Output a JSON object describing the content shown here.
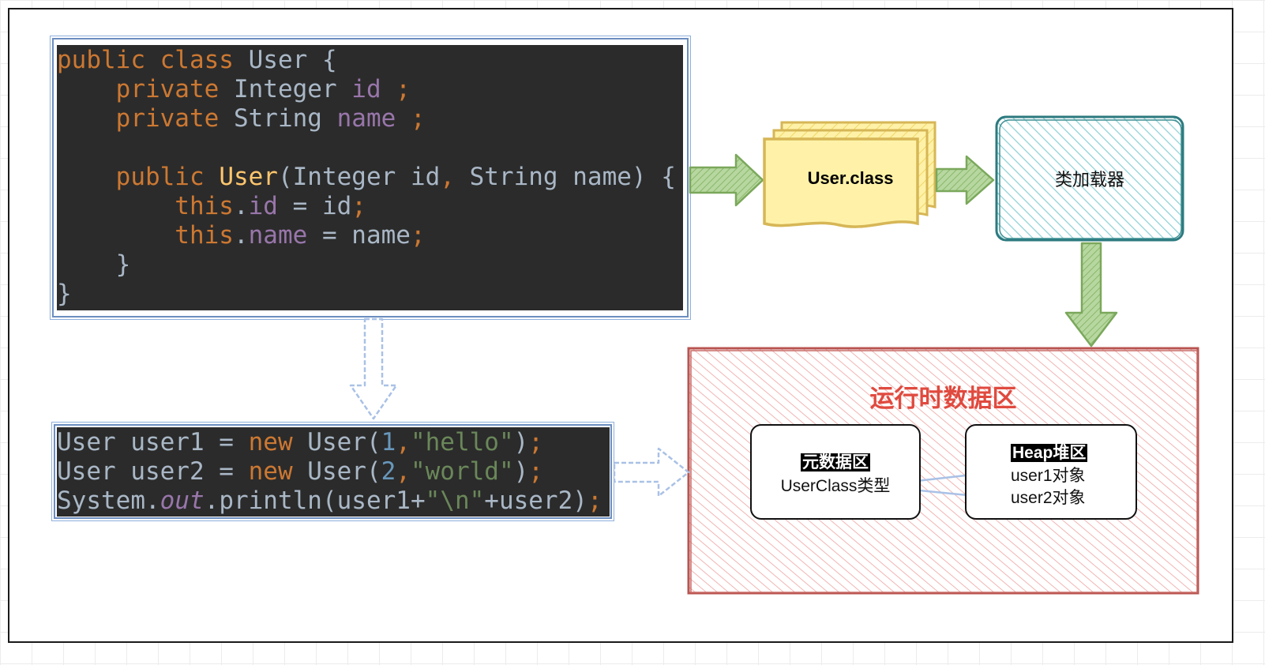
{
  "code_class": {
    "lines": [
      [
        {
          "t": "public class ",
          "c": "kw"
        },
        {
          "t": "User {",
          "c": ""
        }
      ],
      [
        {
          "t": "    private ",
          "c": "kw"
        },
        {
          "t": "Integer ",
          "c": ""
        },
        {
          "t": "id ",
          "c": "fld"
        },
        {
          "t": ";",
          "c": "kw"
        }
      ],
      [
        {
          "t": "    private ",
          "c": "kw"
        },
        {
          "t": "String ",
          "c": ""
        },
        {
          "t": "name ",
          "c": "fld"
        },
        {
          "t": ";",
          "c": "kw"
        }
      ],
      [
        {
          "t": "",
          "c": ""
        }
      ],
      [
        {
          "t": "    public ",
          "c": "kw"
        },
        {
          "t": "User",
          "c": "fn"
        },
        {
          "t": "(Integer id",
          "c": ""
        },
        {
          "t": ", ",
          "c": "kw"
        },
        {
          "t": "String name) {",
          "c": ""
        }
      ],
      [
        {
          "t": "        this",
          "c": "kw"
        },
        {
          "t": ".",
          "c": ""
        },
        {
          "t": "id",
          "c": "fld"
        },
        {
          "t": " = id",
          "c": ""
        },
        {
          "t": ";",
          "c": "kw"
        }
      ],
      [
        {
          "t": "        this",
          "c": "kw"
        },
        {
          "t": ".",
          "c": ""
        },
        {
          "t": "name",
          "c": "fld"
        },
        {
          "t": " = name",
          "c": ""
        },
        {
          "t": ";",
          "c": "kw"
        }
      ],
      [
        {
          "t": "    }",
          "c": ""
        }
      ],
      [
        {
          "t": "}",
          "c": ""
        }
      ]
    ]
  },
  "code_main": {
    "lines": [
      [
        {
          "t": "User user1 = ",
          "c": ""
        },
        {
          "t": "new ",
          "c": "kw"
        },
        {
          "t": "User(",
          "c": ""
        },
        {
          "t": "1",
          "c": "num"
        },
        {
          "t": ",",
          "c": "kw"
        },
        {
          "t": "\"hello\"",
          "c": "str"
        },
        {
          "t": ")",
          "c": ""
        },
        {
          "t": ";",
          "c": "kw"
        }
      ],
      [
        {
          "t": "User user2 = ",
          "c": ""
        },
        {
          "t": "new ",
          "c": "kw"
        },
        {
          "t": "User(",
          "c": ""
        },
        {
          "t": "2",
          "c": "num"
        },
        {
          "t": ",",
          "c": "kw"
        },
        {
          "t": "\"world\"",
          "c": "str"
        },
        {
          "t": ")",
          "c": ""
        },
        {
          "t": ";",
          "c": "kw"
        }
      ],
      [
        {
          "t": "System.",
          "c": ""
        },
        {
          "t": "out",
          "c": "it"
        },
        {
          "t": ".println(user1+",
          "c": ""
        },
        {
          "t": "\"\\n\"",
          "c": "str"
        },
        {
          "t": "+user2)",
          "c": ""
        },
        {
          "t": ";",
          "c": "kw"
        }
      ]
    ]
  },
  "nodes": {
    "class_file": "User.class",
    "class_loader": "类加载器",
    "runtime_area": "运行时数据区",
    "metadata_title": "元数据区",
    "metadata_item": "UserClass类型",
    "heap_title": "Heap堆区",
    "heap_item1": "user1对象",
    "heap_item2": "user2对象"
  },
  "colors": {
    "code_bg": "#2b2b2b",
    "class_file_fill": "#fff2a8",
    "class_file_stroke": "#d6b656",
    "loader_fill": "#b0e3e6",
    "loader_stroke": "#2c7a7f",
    "runtime_fill": "#f8cecc",
    "runtime_stroke": "#b85450",
    "runtime_title": "#e04a3f",
    "green_arrow": "#8ab86b",
    "blue_stroke": "#6c8ebf"
  }
}
